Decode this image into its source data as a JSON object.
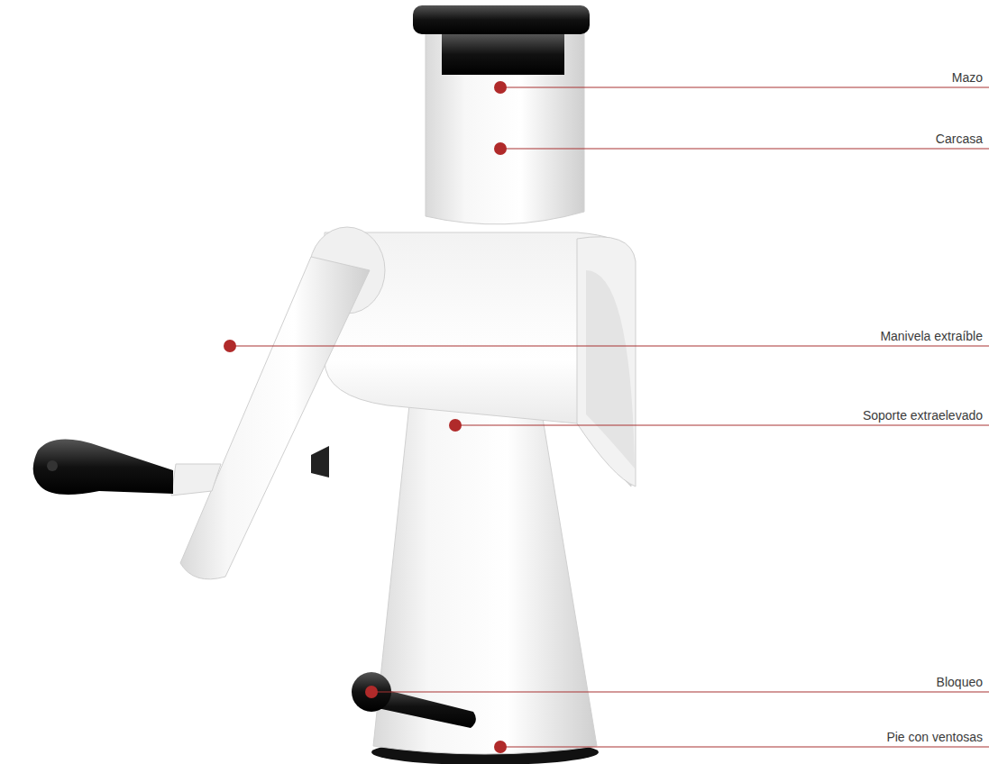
{
  "diagram": {
    "labels": [
      "Mazo",
      "Carcasa",
      "Manivela extraíble",
      "Soporte extraelevado",
      "Bloqueo",
      "Pie con ventosas"
    ]
  }
}
